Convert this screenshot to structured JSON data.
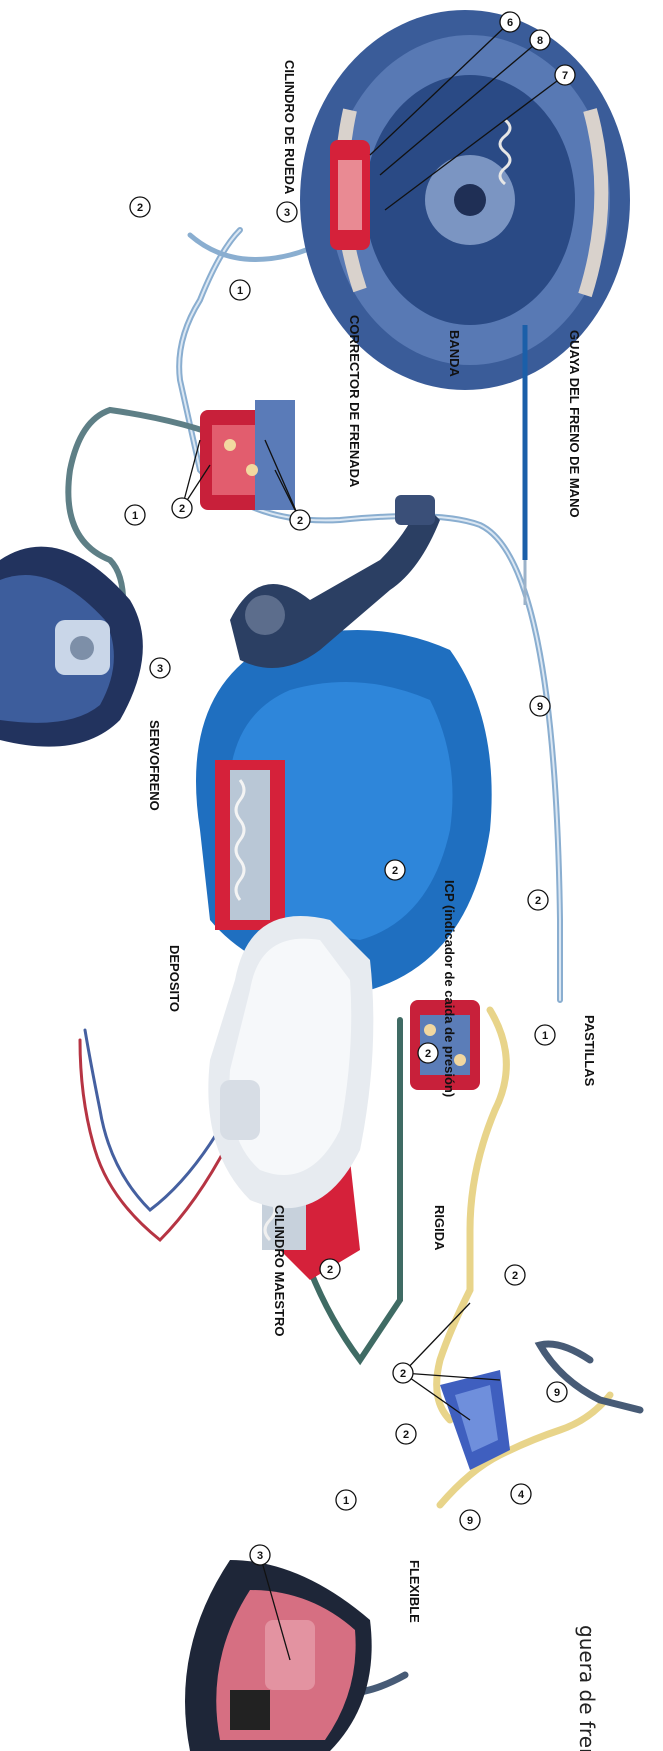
{
  "labels": {
    "cilindro_rueda": "CILINDRO DE RUEDA",
    "corrector": "CORRECTOR DE FRENADA",
    "banda": "BANDA",
    "guaya": "GUAYA DEL FRENO DE MANO",
    "servofreno": "SERVOFRENO",
    "icp": "ICP (indicador de caida de presión)",
    "deposito": "DEPOSITO",
    "pastillas": "PASTILLAS",
    "cilindro_maestro": "CILINDRO MAESTRO",
    "rigida": "RIGIDA",
    "flexible": "FLEXIBLE",
    "caption": "guera de freno"
  },
  "callouts": {
    "n1": "1",
    "n2": "2",
    "n3": "3",
    "n4": "4",
    "n6": "6",
    "n7": "7",
    "n8": "8",
    "n9": "9"
  },
  "colors": {
    "brake_red": "#d5213a",
    "servo_blue": "#1f6fc0",
    "drum_blue": "#2d4f8e",
    "caliper_pink": "#d66f82",
    "steel_line": "#8aaed0",
    "yellow_line": "#e8d48a"
  }
}
